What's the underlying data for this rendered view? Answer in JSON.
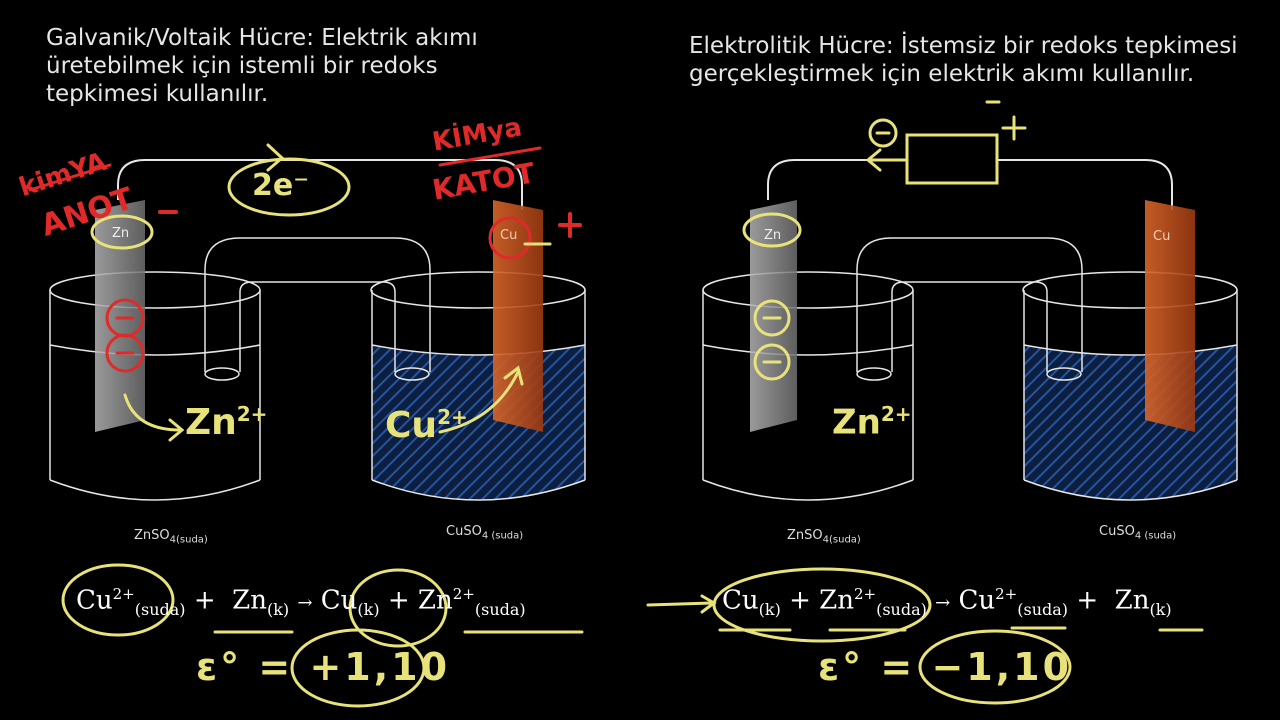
{
  "left": {
    "heading": "Galvanik/Voltaik Hücre: Elektrik akımı\nüretebilmek için istemli bir redoks\ntepkimesi kullanılır.",
    "anode_note1": "kimYA",
    "anode_note2": "ANOT",
    "cathode_note1": "KİMya",
    "cathode_note2": "KATOT",
    "electron_note": "2e⁻",
    "electrode_left": "Zn",
    "electrode_right": "Cu",
    "ion_left": "Zn",
    "ion_left_charge": "2+",
    "ion_right": "Cu",
    "ion_right_charge": "2+",
    "solution_left": "ZnSO",
    "solution_left_sub": "4(suda)",
    "solution_right": "CuSO",
    "solution_right_sub": "4 (suda)",
    "eq": {
      "r1": "Cu",
      "r1_sup": "2+",
      "r1_sub": "(suda)",
      "plus1": "+",
      "r2": "Zn",
      "r2_sub": "(k)",
      "arrow": "→",
      "p1": "Cu",
      "p1_sub": "(k)",
      "plus2": "+",
      "p2": "Zn",
      "p2_sup": "2+",
      "p2_sub": "(suda)"
    },
    "emf": "ε° = +1,10"
  },
  "right": {
    "heading": "Elektrolitik Hücre: İstemsiz bir redoks tepkimesi\ngerçekleştirmek için elektrik akımı kullanılır.",
    "electrode_left": "Zn",
    "electrode_right": "Cu",
    "ion_left": "Zn",
    "ion_left_charge": "2+",
    "solution_left": "ZnSO",
    "solution_left_sub": "4(suda)",
    "solution_right": "CuSO",
    "solution_right_sub": "4 (suda)",
    "eq": {
      "r1": "Cu",
      "r1_sub": "(k)",
      "plus1": "+",
      "r2": "Zn",
      "r2_sup": "2+",
      "r2_sub": "(suda)",
      "arrow": "→",
      "p1": "Cu",
      "p1_sup": "2+",
      "p1_sub": "(suda)",
      "plus2": "+",
      "p2": "Zn",
      "p2_sub": "(k)"
    },
    "emf": "ε° = −1,10"
  },
  "colors": {
    "handwriting_yellow": "#e8e27a",
    "handwriting_red": "#e02a2a",
    "zinc": "#9a9a9a",
    "copper": "#c8541e",
    "solution_blue": "#2a5db0"
  }
}
